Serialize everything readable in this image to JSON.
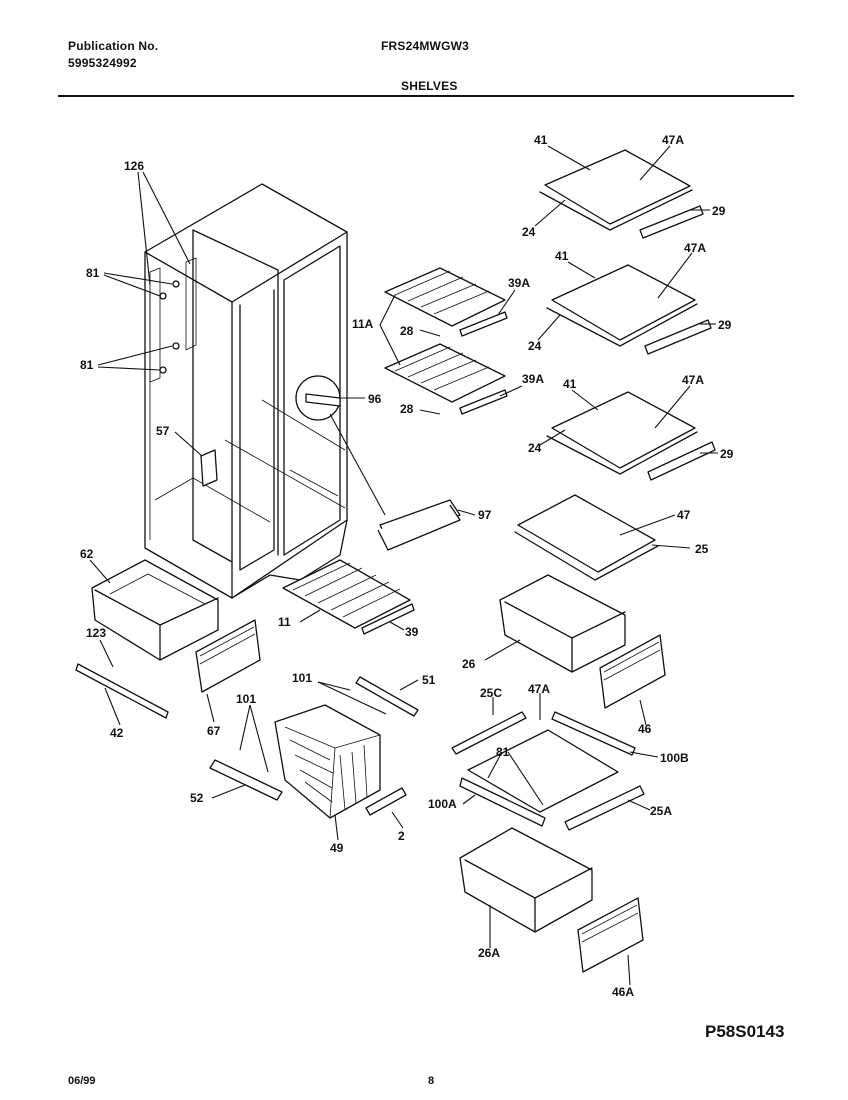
{
  "header": {
    "publication_label": "Publication No.",
    "publication_number": "5995324992",
    "model": "FRS24MWGW3",
    "section": "SHELVES"
  },
  "footer": {
    "date": "06/99",
    "page": "8",
    "drawing_code": "P58S0143"
  },
  "callouts": {
    "c126": "126",
    "c81a": "81",
    "c81b": "81",
    "c57": "57",
    "c62": "62",
    "c123": "123",
    "c42": "42",
    "c67": "67",
    "c101a": "101",
    "c101b": "101",
    "c52": "52",
    "c49": "49",
    "c2": "2",
    "c51": "51",
    "c11": "11",
    "c39": "39",
    "c11A": "11A",
    "c28a": "28",
    "c28b": "28",
    "c39Aa": "39A",
    "c39Ab": "39A",
    "c96": "96",
    "c97": "97",
    "c41a": "41",
    "c47Aa": "47A",
    "c24a": "24",
    "c29a": "29",
    "c41b": "41",
    "c47Ab": "47A",
    "c24b": "24",
    "c29b": "29",
    "c41c": "41",
    "c47Ac": "47A",
    "c24c": "24",
    "c29c": "29",
    "c47": "47",
    "c25": "25",
    "c26": "26",
    "c46": "46",
    "c25C": "25C",
    "c47Ad": "47A",
    "c81c": "81",
    "c100B": "100B",
    "c100A": "100A",
    "c25A": "25A",
    "c26A": "26A",
    "c46A": "46A"
  }
}
